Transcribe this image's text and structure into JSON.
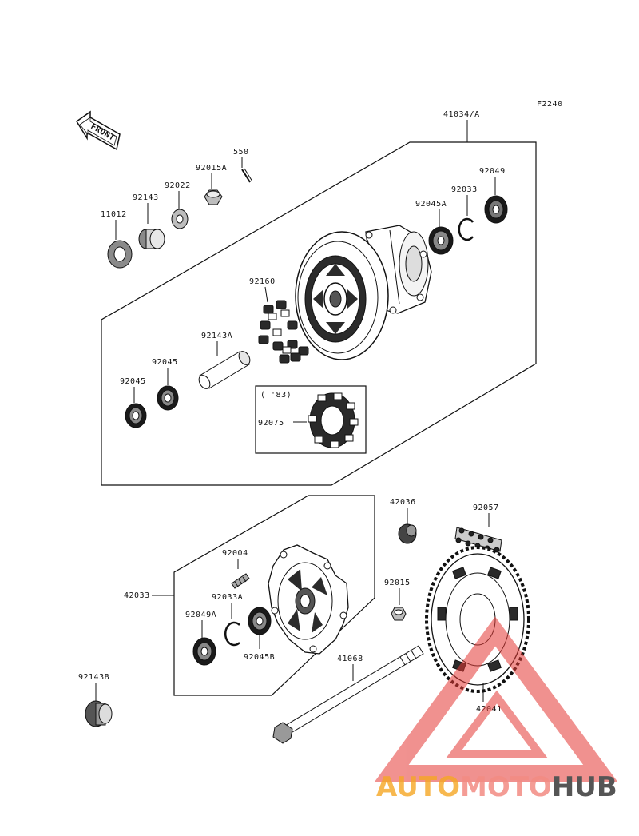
{
  "figure_code": "F2240",
  "front_label": "FRONT",
  "inset_note": "( '83)",
  "labels": {
    "p41034A": "41034/A",
    "p550": "550",
    "p92015A": "92015A",
    "p92022": "92022",
    "p92143": "92143",
    "p11012": "11012",
    "p92049": "92049",
    "p92033": "92033",
    "p92045A": "92045A",
    "p92160": "92160",
    "p92143A": "92143A",
    "p92045a": "92045",
    "p92045b": "92045",
    "p92075": "92075",
    "p42036": "42036",
    "p92057": "92057",
    "p92004": "92004",
    "p42033": "42033",
    "p92033A": "92033A",
    "p92049A": "92049A",
    "p92045B": "92045B",
    "p92015": "92015",
    "p41068": "41068",
    "p92143B": "92143B",
    "p42041": "42041"
  },
  "watermark": {
    "part1": "AUTO",
    "part2": "MOTO",
    "part3": "HUB",
    "color_auto": "#f5a623",
    "color_moto": "#f28b82",
    "color_hub": "#555555",
    "triangle_color": "#e53935"
  }
}
